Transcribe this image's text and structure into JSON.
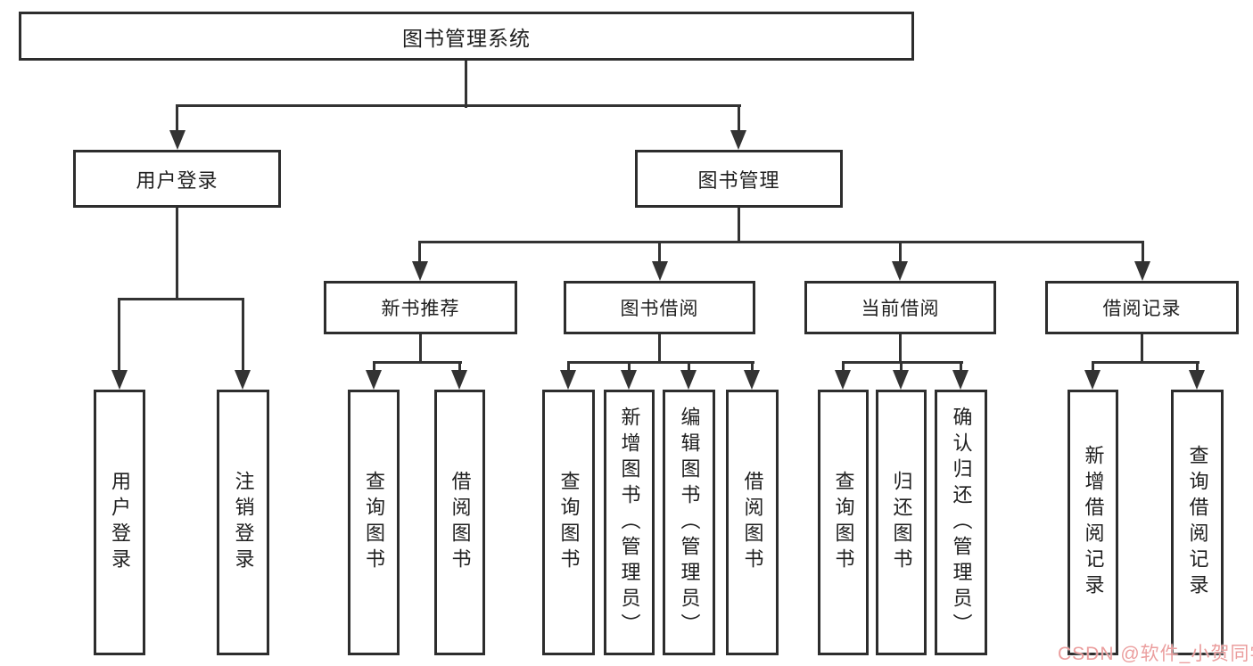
{
  "colors": {
    "background": "#ffffff",
    "line": "#333333",
    "box_border": "#2d2d2d",
    "text": "#1f1f1f",
    "watermark": "#eb9e9e"
  },
  "tree": {
    "root": {
      "label": "图书管理系统"
    },
    "branches": [
      {
        "label": "用户登录",
        "leaves": [
          "用户登录",
          "注销登录"
        ]
      },
      {
        "label": "图书管理",
        "groups": [
          {
            "label": "新书推荐",
            "leaves": [
              "查询图书",
              "借阅图书"
            ]
          },
          {
            "label": "图书借阅",
            "leaves": [
              "查询图书",
              "新增图书（管理员）",
              "编辑图书（管理员）",
              "借阅图书"
            ]
          },
          {
            "label": "当前借阅",
            "leaves": [
              "查询图书",
              "归还图书",
              "确认归还（管理员）"
            ]
          },
          {
            "label": "借阅记录",
            "leaves": [
              "新增借阅记录",
              "查询借阅记录"
            ]
          }
        ]
      }
    ]
  },
  "watermark": {
    "text": "CSDN @软件_小贺同学"
  }
}
